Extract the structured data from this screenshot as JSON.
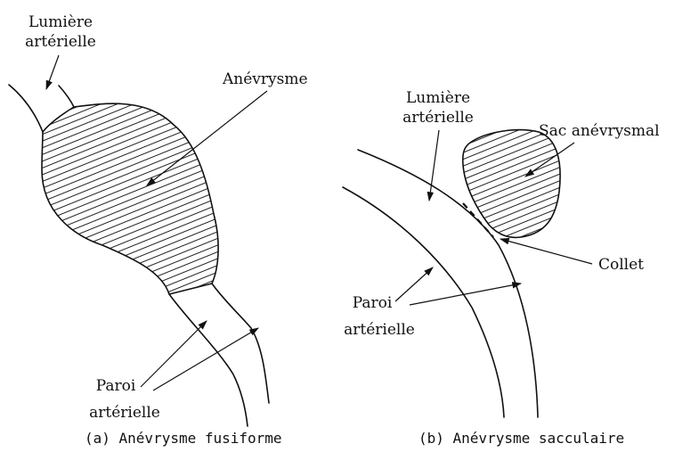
{
  "panel_a": {
    "lumen_label": [
      "Lumière",
      "artérielle"
    ],
    "aneurysm_label": "Anévrysme",
    "wall_label": [
      "Paroi",
      "artérielle"
    ],
    "caption": "(a) Anévrysme fusiforme"
  },
  "panel_b": {
    "lumen_label": [
      "Lumière",
      "artérielle"
    ],
    "sac_label": "Sac anévrysmal",
    "neck_label": "Collet",
    "wall_label": [
      "Paroi",
      "artérielle"
    ],
    "caption": "(b) Anévrysme sacculaire"
  }
}
